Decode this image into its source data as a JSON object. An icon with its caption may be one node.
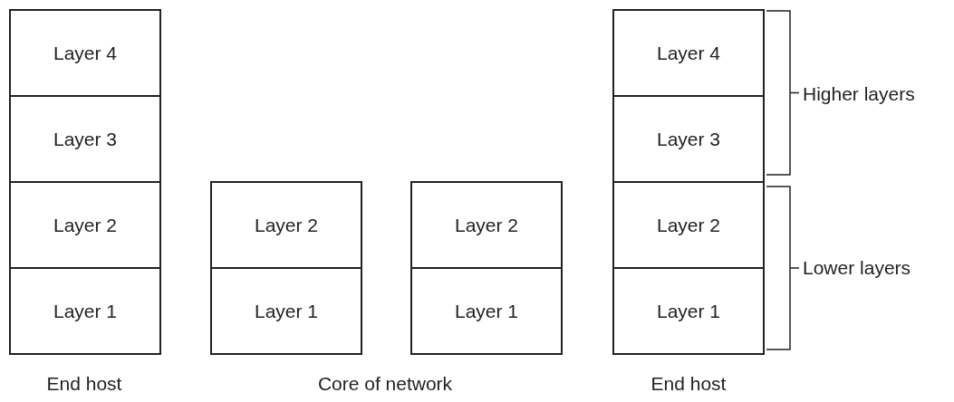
{
  "diagram": {
    "nodes": [
      {
        "text": [
          "Layer 4"
        ]
      },
      {
        "text": [
          "Layer 3"
        ]
      },
      {
        "text": [
          "Layer 2"
        ]
      },
      {
        "text": [
          "Layer 1"
        ]
      },
      {
        "text": [
          "Layer 2"
        ]
      },
      {
        "text": [
          "Layer 1"
        ]
      },
      {
        "text": [
          "Layer 2"
        ]
      },
      {
        "text": [
          "Layer 1"
        ]
      },
      {
        "text": [
          "Layer 4"
        ]
      },
      {
        "text": [
          "Layer 3"
        ]
      },
      {
        "text": [
          "Layer 2"
        ]
      },
      {
        "text": [
          "Layer 1"
        ]
      }
    ],
    "edges": [],
    "labels": [
      "Higher layers",
      "Lower layers",
      "End host",
      "Core of network",
      "End host"
    ]
  }
}
